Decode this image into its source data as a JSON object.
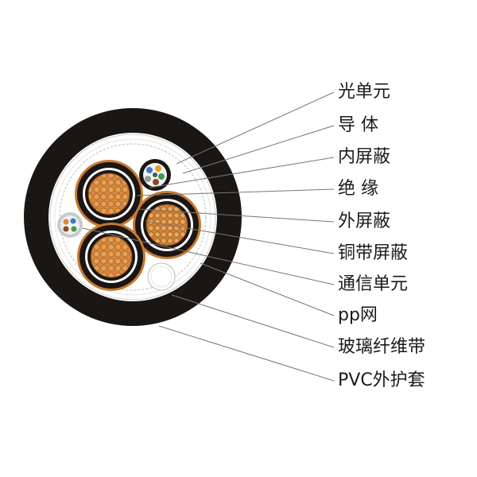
{
  "diagram": {
    "title": "",
    "labels": [
      {
        "id": "optical-unit",
        "text": "光单元"
      },
      {
        "id": "conductor",
        "text": "导 体"
      },
      {
        "id": "inner-shield",
        "text": "内屏蔽"
      },
      {
        "id": "insulation",
        "text": "绝 缘"
      },
      {
        "id": "outer-shield",
        "text": "外屏蔽"
      },
      {
        "id": "copper-tape-shield",
        "text": "铜带屏蔽"
      },
      {
        "id": "communication-unit",
        "text": "通信单元"
      },
      {
        "id": "pp-mesh",
        "text": "pp网"
      },
      {
        "id": "glass-fiber-tape",
        "text": "玻璃纤维带"
      },
      {
        "id": "pvc-sheath",
        "text": "PVC外护套"
      }
    ],
    "colors": {
      "sheath": "#1a1614",
      "copper_strands": "#d8893c",
      "copper_tape": "#c77a2e",
      "glass_fiber": "#ffffff",
      "leader_line": "#777777",
      "text": "#1a1a1a"
    }
  }
}
